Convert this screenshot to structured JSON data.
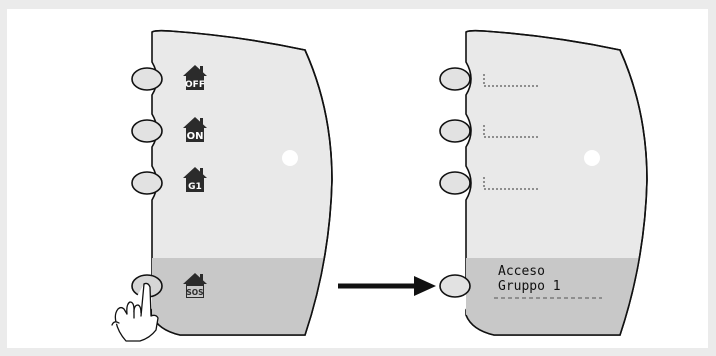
{
  "remote_before": {
    "buttons": [
      {
        "icon": "house-off-icon",
        "label": "OFF"
      },
      {
        "icon": "house-on-icon",
        "label": "ON"
      },
      {
        "icon": "house-g1-icon",
        "label": "G1"
      },
      {
        "icon": "house-sos-icon",
        "label": "SOS"
      }
    ],
    "pressed_button": "SOS"
  },
  "remote_after": {
    "display_line1": "Acceso",
    "display_line2": "Gruppo 1"
  },
  "colors": {
    "body": "#e9e9e9",
    "display_band": "#c8c8c8",
    "icon_fill": "#2b2b2b",
    "outline": "#111111",
    "background": "#ebebeb"
  }
}
